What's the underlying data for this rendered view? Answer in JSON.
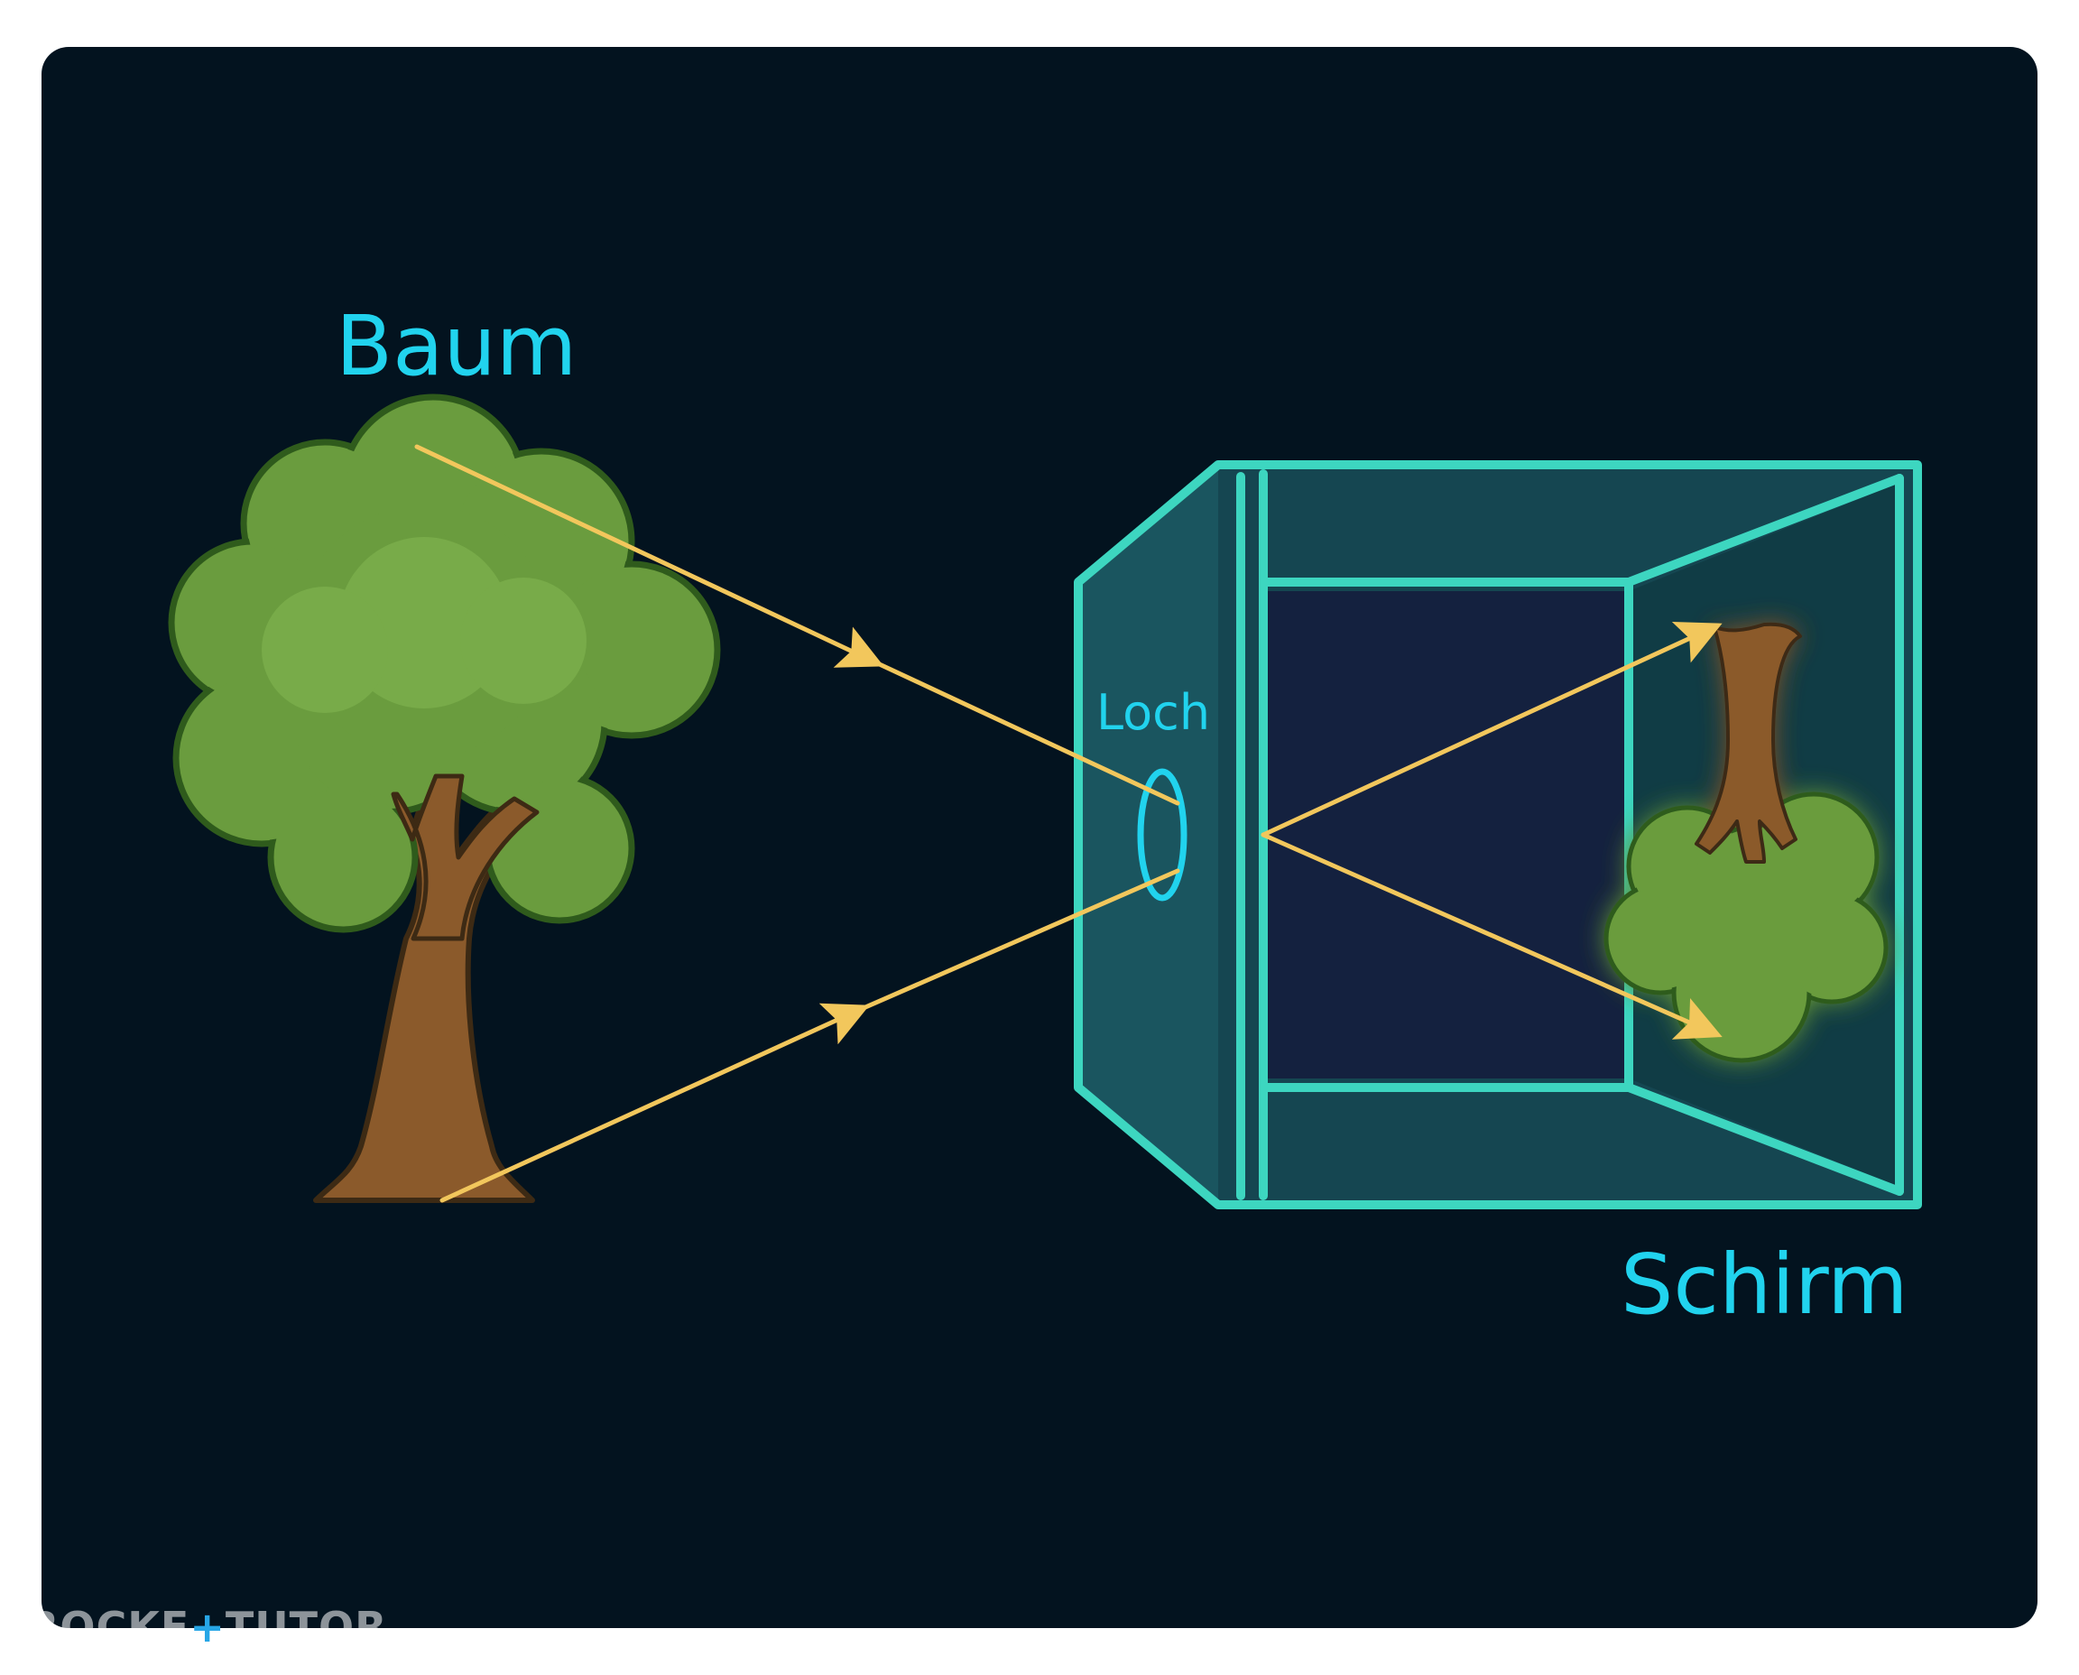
{
  "labels": {
    "tree": "Baum",
    "hole": "Loch",
    "screen": "Schirm"
  },
  "watermark": {
    "part1": "ROCKE",
    "part2": "+",
    "part3": "TUTOR"
  },
  "colors": {
    "background": "#03131f",
    "label": "#21d3ee",
    "box_edge": "#3dd6c0",
    "ray": "#f2c75c",
    "foliage": "#6a9c3e",
    "trunk": "#8b5a2b"
  }
}
